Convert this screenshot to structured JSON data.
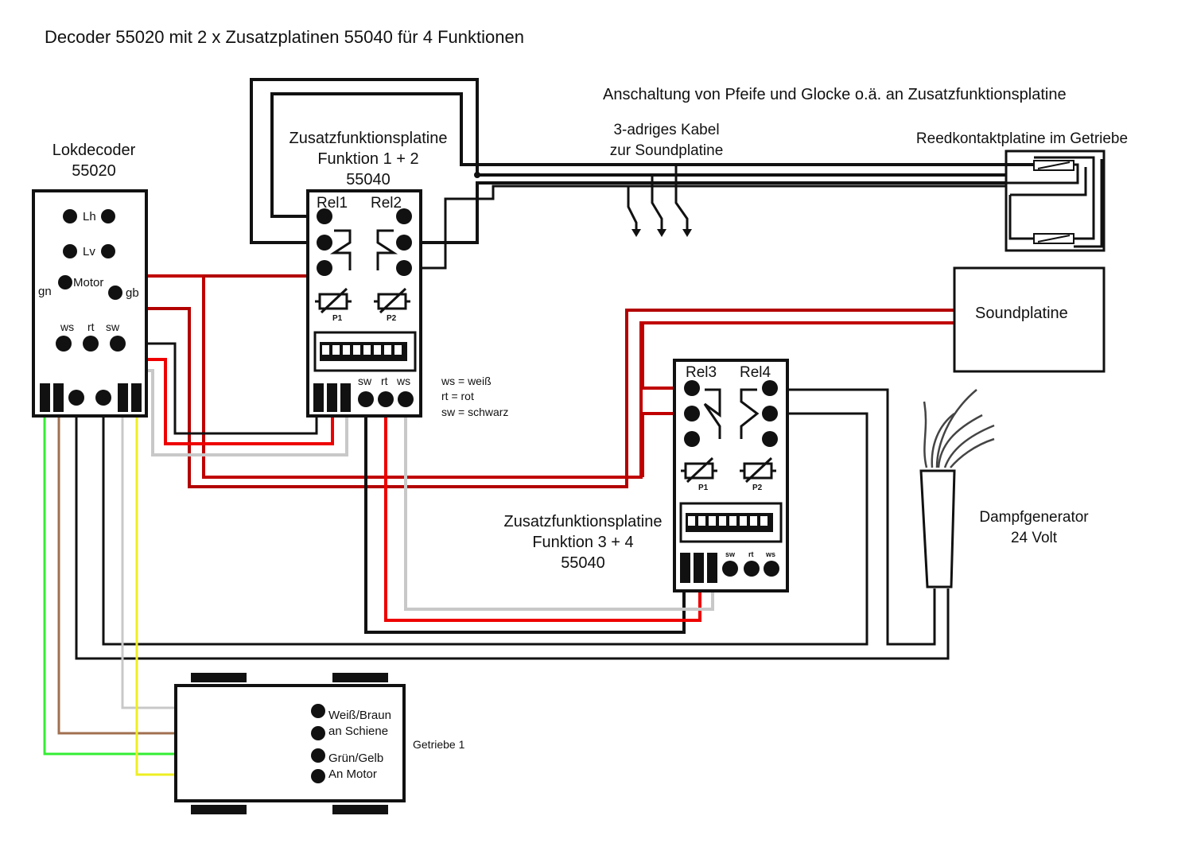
{
  "title": "Decoder 55020 mit 2 x Zusatzplatinen 55040 für 4 Funktionen",
  "subtitle": "Anschaltung von Pfeife und Glocke o.ä. an Zusatzfunktionsplatine",
  "decoder": {
    "name_line1": "Lokdecoder",
    "name_line2": "55020",
    "lh": "Lh",
    "lv": "Lv",
    "motor": "Motor",
    "gn": "gn",
    "gb": "gb",
    "ws": "ws",
    "rt": "rt",
    "sw": "sw"
  },
  "board1": {
    "name_line1": "Zusatzfunktionsplatine",
    "name_line2": "Funktion 1 + 2",
    "name_line3": "55040",
    "rel_a": "Rel1",
    "rel_b": "Rel2",
    "pot_a": "P1",
    "pot_b": "P2",
    "sw": "sw",
    "rt": "rt",
    "ws": "ws"
  },
  "board2": {
    "name_line1": "Zusatzfunktionsplatine",
    "name_line2": "Funktion 3 + 4",
    "name_line3": "55040",
    "rel_a": "Rel3",
    "rel_b": "Rel4",
    "pot_a": "P1",
    "pot_b": "P2",
    "sw": "sw",
    "rt": "rt",
    "ws": "ws"
  },
  "legend": {
    "ws": "ws = weiß",
    "rt": "rt = rot",
    "sw": "sw = schwarz"
  },
  "cable": {
    "line1": "3-adriges Kabel",
    "line2": "zur Soundplatine"
  },
  "reed": {
    "label": "Reedkontaktplatine im Getriebe"
  },
  "sound": {
    "label": "Soundplatine"
  },
  "steam": {
    "line1": "Dampfgenerator",
    "line2": "24 Volt"
  },
  "gearbox": {
    "label": "Getriebe 1",
    "line1": "Weiß/Braun",
    "line2": "an Schiene",
    "line3": "Grün/Gelb",
    "line4": "An Motor"
  },
  "colors": {
    "wire_black": "#111111",
    "wire_red": "#d40000",
    "wire_darkred": "#b30000",
    "wire_grey": "#c8c8c8",
    "wire_green": "#33ee33",
    "wire_yellow": "#eeee22",
    "wire_brown": "#a07050"
  }
}
